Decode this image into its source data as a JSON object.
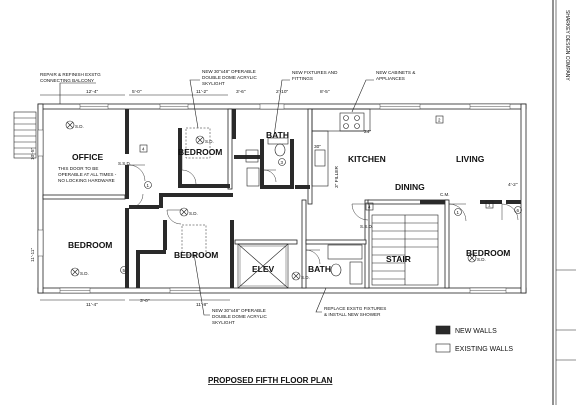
{
  "rooms": {
    "office": "OFFICE",
    "bedroom_upper": "BEDROOM",
    "bath_upper": "BATH",
    "kitchen": "KITCHEN",
    "living": "LIVING",
    "dining": "DINING",
    "bedroom_left": "BEDROOM",
    "bedroom_middle": "BEDROOM",
    "elevator": "ELEV",
    "bath_lower": "BATH",
    "stair": "STAIR",
    "bedroom_right": "BEDROOM"
  },
  "notes": {
    "balcony": [
      "REPAIR & REFINISH EXSTG",
      "CONNECTING BALCONY"
    ],
    "skylight_top": [
      "NEW 30\"x48\" OPERABLE",
      "DOUBLE DOME ACRYLIC",
      "SKYLIGHT"
    ],
    "fixtures_top": [
      "NEW FIXTURES AND",
      "FITTINGS"
    ],
    "cabinets": [
      "NEW CABINETS &",
      "APPLIANCES"
    ],
    "office_door": [
      "THIS DOOR TO BE",
      "OPERABLE AT ALL TIMES -",
      "NO LOCKING HARDWARE"
    ],
    "skylight_bottom": [
      "NEW 30\"x48\" OPERABLE",
      "DOUBLE DOME ACRYLIC",
      "SKYLIGHT"
    ],
    "replace_fixtures": [
      "REPLACE EXSTG FIXTURES",
      "& INSTALL NEW SHOWER"
    ]
  },
  "dimensions": {
    "top_left": "12'-4\"",
    "top_mid": "11'-2\"",
    "bottom_left": "11'-4\"",
    "bottom_mid": "11'-8\"",
    "left_top": "10'-5\"",
    "left_bottom": "11'-11\"",
    "small_a": "5'-0\"",
    "small_b": "3'-6\"",
    "small_c": "2'-10\"",
    "small_d": "3'-0\"",
    "small_e": "8'-5\"",
    "small_f": "4'-2\"",
    "filler": "3\" FILLER",
    "dim_24": "24\"",
    "dim_30": "30\""
  },
  "symbols": {
    "sd": "S.D.",
    "ssd": "S.S.D.",
    "cm": "C.M.",
    "tags": [
      "1",
      "2",
      "3",
      "4",
      "5",
      "6"
    ]
  },
  "title": "PROPOSED FIFTH FLOOR PLAN",
  "legend": {
    "new_walls": "NEW WALLS",
    "existing_walls": "EXISTING WALLS"
  },
  "title_block": {
    "company": "SHARKEY DESIGN COMPANY"
  },
  "colors": {
    "new_wall": "#2a2a2a",
    "existing_wall": "#ffffff",
    "line": "#222222"
  }
}
